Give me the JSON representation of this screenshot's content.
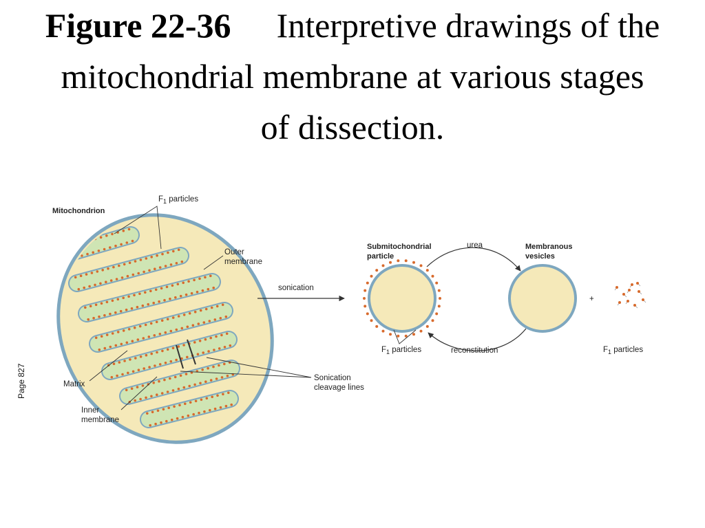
{
  "title": {
    "label": "Figure 22-36",
    "text": "Interpretive drawings of the mitochondrial membrane at various stages of dissection."
  },
  "page_note": "Page 827",
  "labels": {
    "mitochondrion": "Mitochondrion",
    "f1_particles_top": "F1 particles",
    "outer_membrane_1": "Outer",
    "outer_membrane_2": "membrane",
    "sonication": "sonication",
    "matrix": "Matrix",
    "inner_membrane_1": "Inner",
    "inner_membrane_2": "membrane",
    "cleavage_1": "Sonication",
    "cleavage_2": "cleavage lines",
    "submito_1": "Submitochondrial",
    "submito_2": "particle",
    "urea": "urea",
    "membranous_1": "Membranous",
    "membranous_2": "vesicles",
    "f1_particles_left": "F1 particles",
    "reconstitution": "reconstitution",
    "plus": "+",
    "f1_particles_right": "F1 particles"
  },
  "colors": {
    "outer_membrane": "#7ea7bf",
    "intermembrane": "#f5e9b9",
    "matrix": "#cfe5b4",
    "particle": "#d86a2c",
    "arrow": "#333333"
  }
}
